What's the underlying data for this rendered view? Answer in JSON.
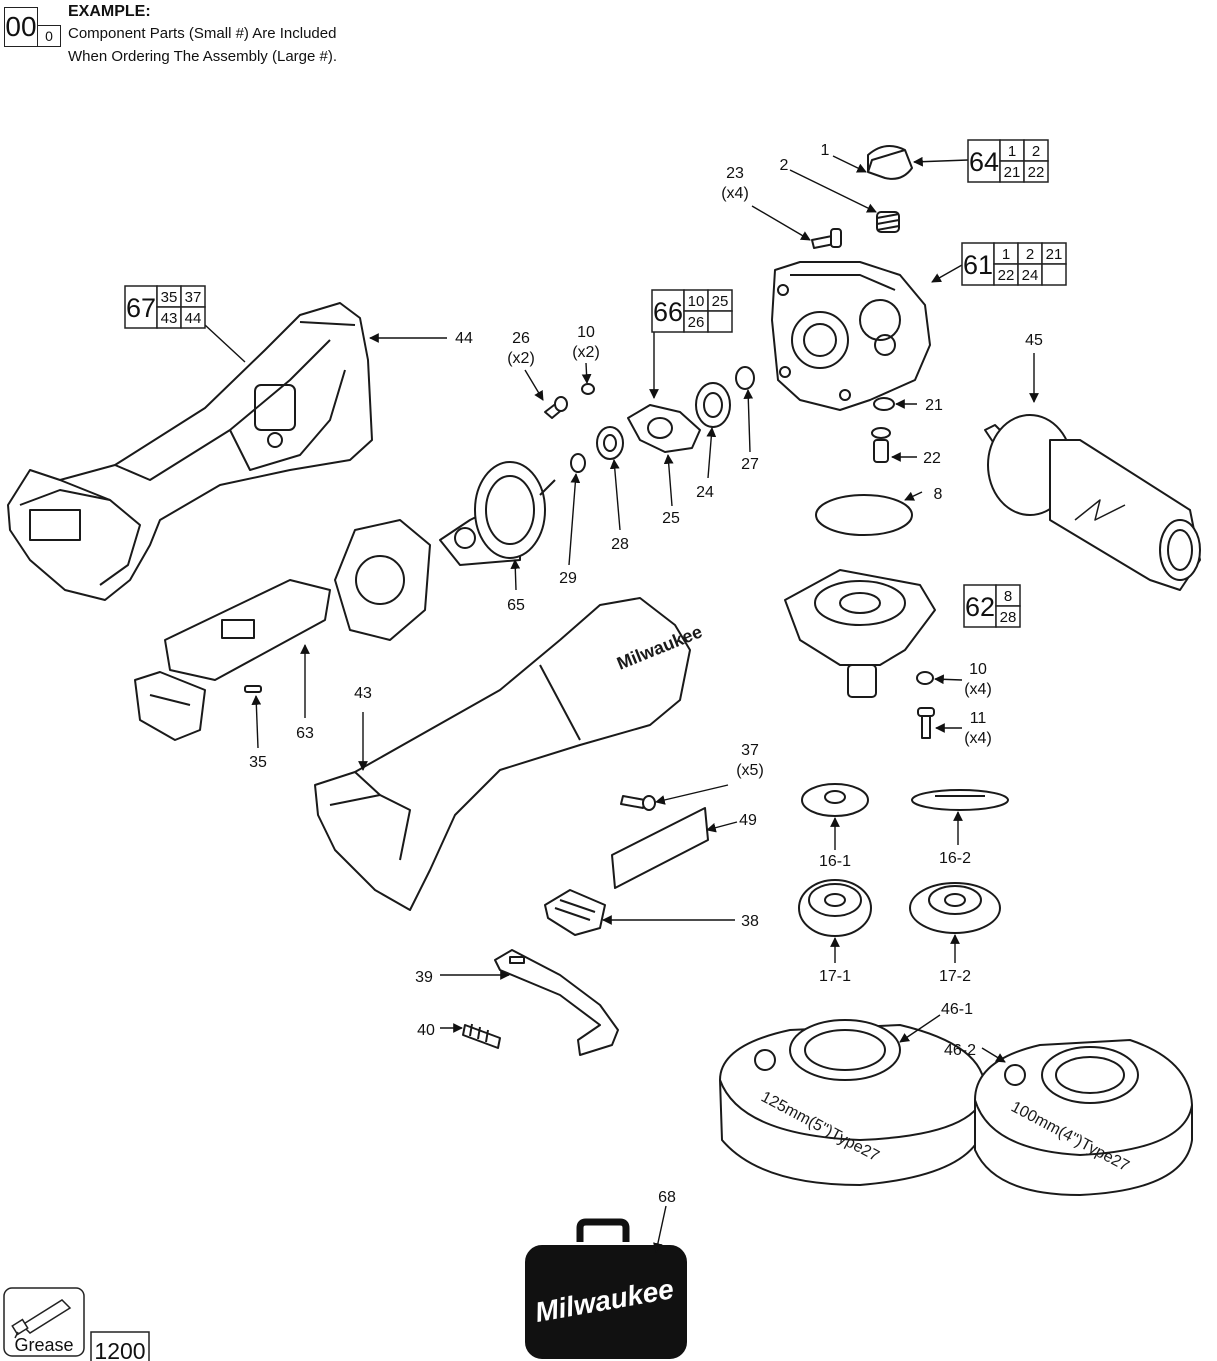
{
  "legend": {
    "big": "00",
    "small": "0",
    "title": "EXAMPLE:",
    "line1": "Component Parts (Small #) Are Included",
    "line2": "When Ordering The Assembly (Large #)."
  },
  "assemblies": [
    {
      "id": "64",
      "parts": [
        "1",
        "2",
        "21",
        "22"
      ]
    },
    {
      "id": "61",
      "parts": [
        "1",
        "2",
        "21",
        "22",
        "24",
        ""
      ]
    },
    {
      "id": "67",
      "parts": [
        "35",
        "37",
        "43",
        "44"
      ]
    },
    {
      "id": "66",
      "parts": [
        "10",
        "25",
        "26",
        ""
      ]
    },
    {
      "id": "62",
      "parts": [
        "8",
        "28"
      ]
    }
  ],
  "labels": [
    {
      "id": "p1",
      "text": "1"
    },
    {
      "id": "p2",
      "text": "2"
    },
    {
      "id": "p23",
      "text": "23",
      "qty": "(x4)"
    },
    {
      "id": "p44",
      "text": "44"
    },
    {
      "id": "p26",
      "text": "26",
      "qty": "(x2)"
    },
    {
      "id": "p10a",
      "text": "10",
      "qty": "(x2)"
    },
    {
      "id": "p45",
      "text": "45"
    },
    {
      "id": "p21",
      "text": "21"
    },
    {
      "id": "p27",
      "text": "27"
    },
    {
      "id": "p22",
      "text": "22"
    },
    {
      "id": "p24",
      "text": "24"
    },
    {
      "id": "p25",
      "text": "25"
    },
    {
      "id": "p8",
      "text": "8"
    },
    {
      "id": "p28",
      "text": "28"
    },
    {
      "id": "p29",
      "text": "29"
    },
    {
      "id": "p65",
      "text": "65"
    },
    {
      "id": "p10b",
      "text": "10",
      "qty": "(x4)"
    },
    {
      "id": "p11",
      "text": "11",
      "qty": "(x4)"
    },
    {
      "id": "p43",
      "text": "43"
    },
    {
      "id": "p63",
      "text": "63"
    },
    {
      "id": "p35",
      "text": "35"
    },
    {
      "id": "p37",
      "text": "37",
      "qty": "(x5)"
    },
    {
      "id": "p49",
      "text": "49"
    },
    {
      "id": "p16-1",
      "text": "16-1"
    },
    {
      "id": "p16-2",
      "text": "16-2"
    },
    {
      "id": "p38",
      "text": "38"
    },
    {
      "id": "p17-1",
      "text": "17-1"
    },
    {
      "id": "p17-2",
      "text": "17-2"
    },
    {
      "id": "p39",
      "text": "39"
    },
    {
      "id": "p40",
      "text": "40"
    },
    {
      "id": "p46-1",
      "text": "46-1"
    },
    {
      "id": "p46-2",
      "text": "46-2"
    },
    {
      "id": "p68",
      "text": "68"
    }
  ],
  "product": {
    "brand": "Milwaukee",
    "guard_125": "125mm(5\")Type27",
    "guard_100": "100mm(4\")Type27"
  },
  "grease": {
    "label": "Grease",
    "number": "1200"
  }
}
